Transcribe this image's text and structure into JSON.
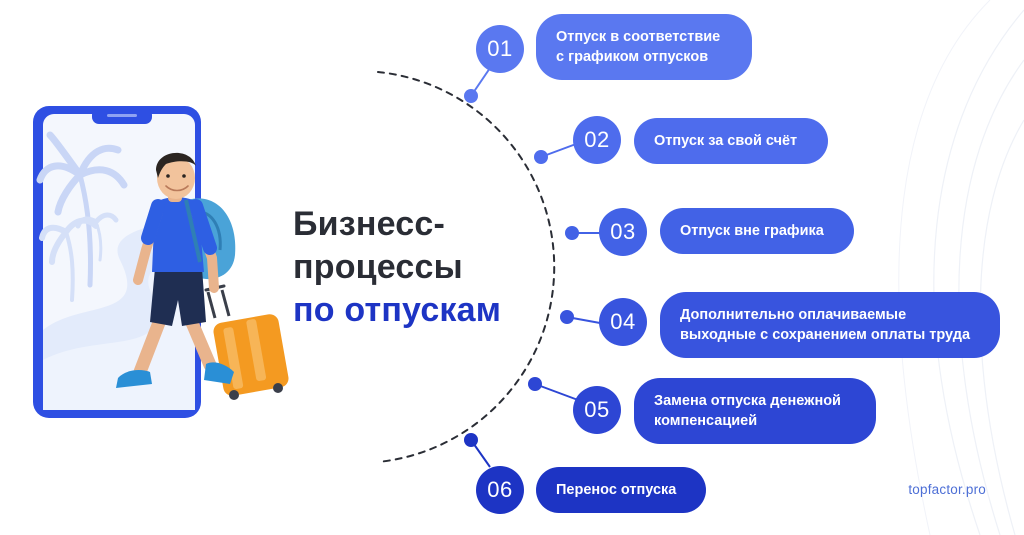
{
  "title": {
    "line1": "Бизнесс-",
    "line2": "процессы",
    "line3": "по отпускам"
  },
  "colors": {
    "title_text": "#2a2d35",
    "title_accent": "#1d34c4",
    "brand": "#4d6fd6"
  },
  "icons": {
    "illustration": "phone-traveler-illustration",
    "connectors": "dot-connector-icon"
  },
  "steps": [
    {
      "number": "01",
      "text": "Отпуск в соответствие с графиком отпусков",
      "color": "#5a78f0"
    },
    {
      "number": "02",
      "text": "Отпуск за свой счёт",
      "color": "#4e6ced"
    },
    {
      "number": "03",
      "text": "Отпуск вне графика",
      "color": "#4262e6"
    },
    {
      "number": "04",
      "text": "Дополнительно оплачиваемые выходные с сохранением оплаты труда",
      "color": "#3854de"
    },
    {
      "number": "05",
      "text": "Замена отпуска денежной компенсацией",
      "color": "#2d46d4"
    },
    {
      "number": "06",
      "text": "Перенос отпуска",
      "color": "#1d34c4"
    }
  ],
  "brand": "topfactor.pro"
}
